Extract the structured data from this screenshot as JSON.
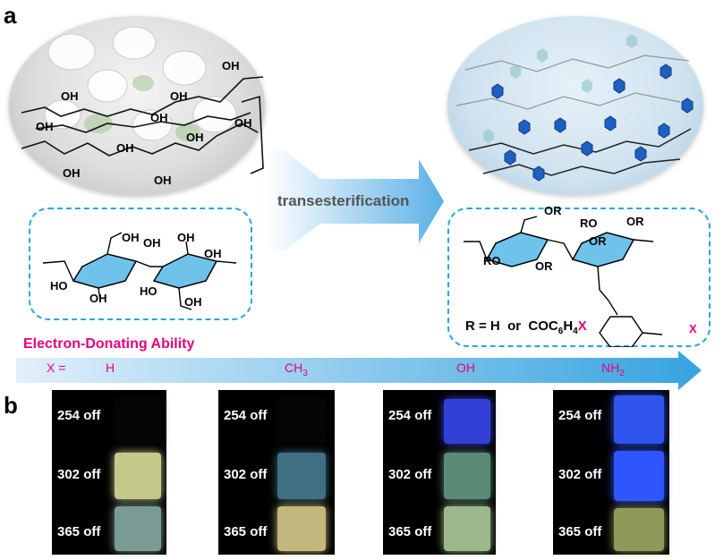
{
  "panel_a": {
    "label": "a",
    "arrow_text": "transesterification",
    "left_oh_labels": [
      "OH",
      "OH",
      "OH",
      "OH",
      "OH",
      "OH",
      "OH",
      "OH",
      "OH",
      "OH"
    ],
    "left_struct": {
      "oh": [
        "OH",
        "OH",
        "OH",
        "OH",
        "OH",
        "OH"
      ],
      "ho": [
        "HO",
        "HO"
      ]
    },
    "right_struct": {
      "or_labels": [
        "OR",
        "OR",
        "RO",
        "OR",
        "OR"
      ],
      "ro_labels": [
        "RO"
      ],
      "x_sub": "X",
      "r_def_prefix": "R = H  or  COC",
      "r_def_sub1": "6",
      "r_def_mid": "H",
      "r_def_sub2": "4",
      "r_def_x": "X"
    }
  },
  "eda": {
    "title": "Electron-Donating Ability",
    "x_prefix": "X =",
    "groups": [
      "H",
      "CH",
      "OH",
      "NH"
    ],
    "group_subs": [
      "",
      "3",
      "",
      "2"
    ]
  },
  "panel_b": {
    "label": "b",
    "samples": [
      {
        "labels": [
          "254 off",
          "302 off",
          "365 off"
        ],
        "colors": [
          "#050505",
          "#c5c98a",
          "#7a9a94"
        ]
      },
      {
        "labels": [
          "254 off",
          "302 off",
          "365 off"
        ],
        "colors": [
          "#050505",
          "#3f6f80",
          "#c3b77e"
        ]
      },
      {
        "labels": [
          "254 off",
          "302 off",
          "365 off"
        ],
        "colors": [
          "#3240d8",
          "#5a8a76",
          "#9ab88a"
        ]
      },
      {
        "labels": [
          "254 off",
          "302 off",
          "365 off"
        ],
        "colors": [
          "#2f55ee",
          "#2f55ff",
          "#8f9a5a"
        ]
      }
    ]
  },
  "colors": {
    "accent_blue": "#29a6df",
    "magenta": "#e6007e",
    "hexagon_blue": "#1f5fbf"
  }
}
